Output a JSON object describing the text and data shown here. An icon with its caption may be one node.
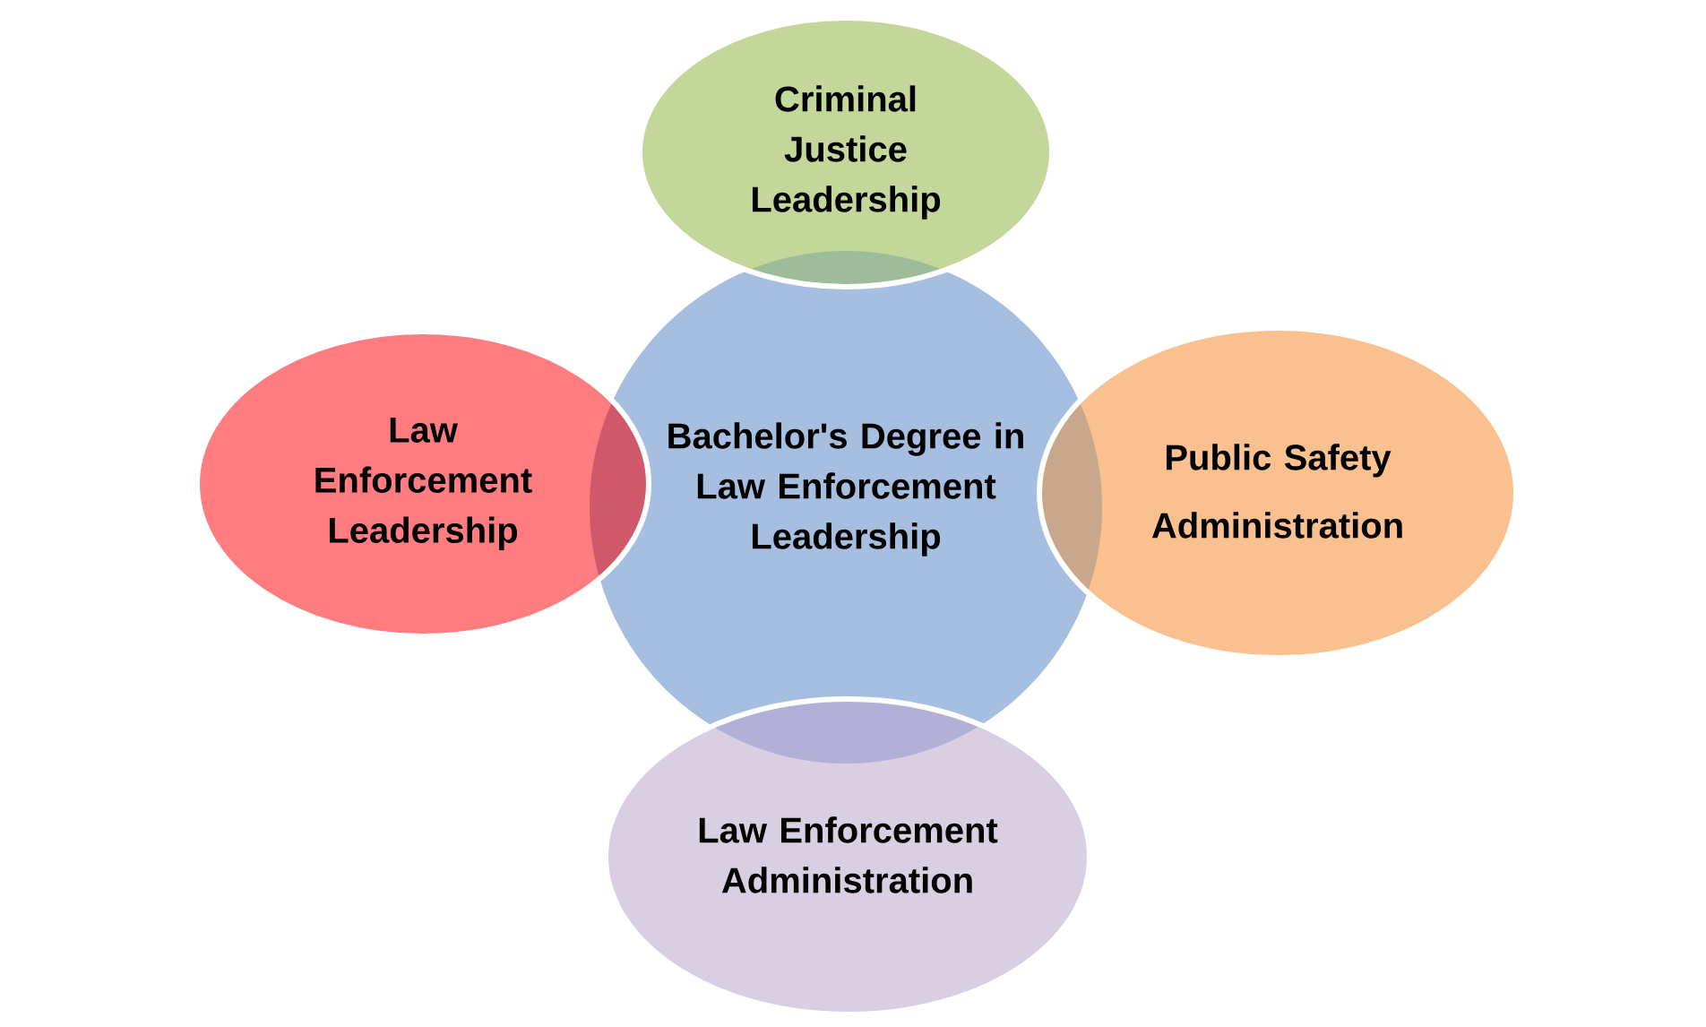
{
  "diagram": {
    "nodes": [
      {
        "text": [
          "Criminal Justice Leadership"
        ]
      },
      {
        "text": [
          "Law Enforcement Leadership"
        ]
      },
      {
        "text": [
          "Bachelor's Degree in Law Enforcement Leadership"
        ]
      },
      {
        "text": [
          "Public Safety Administration"
        ]
      },
      {
        "text": [
          "Law Enforcement Administration"
        ]
      }
    ]
  }
}
